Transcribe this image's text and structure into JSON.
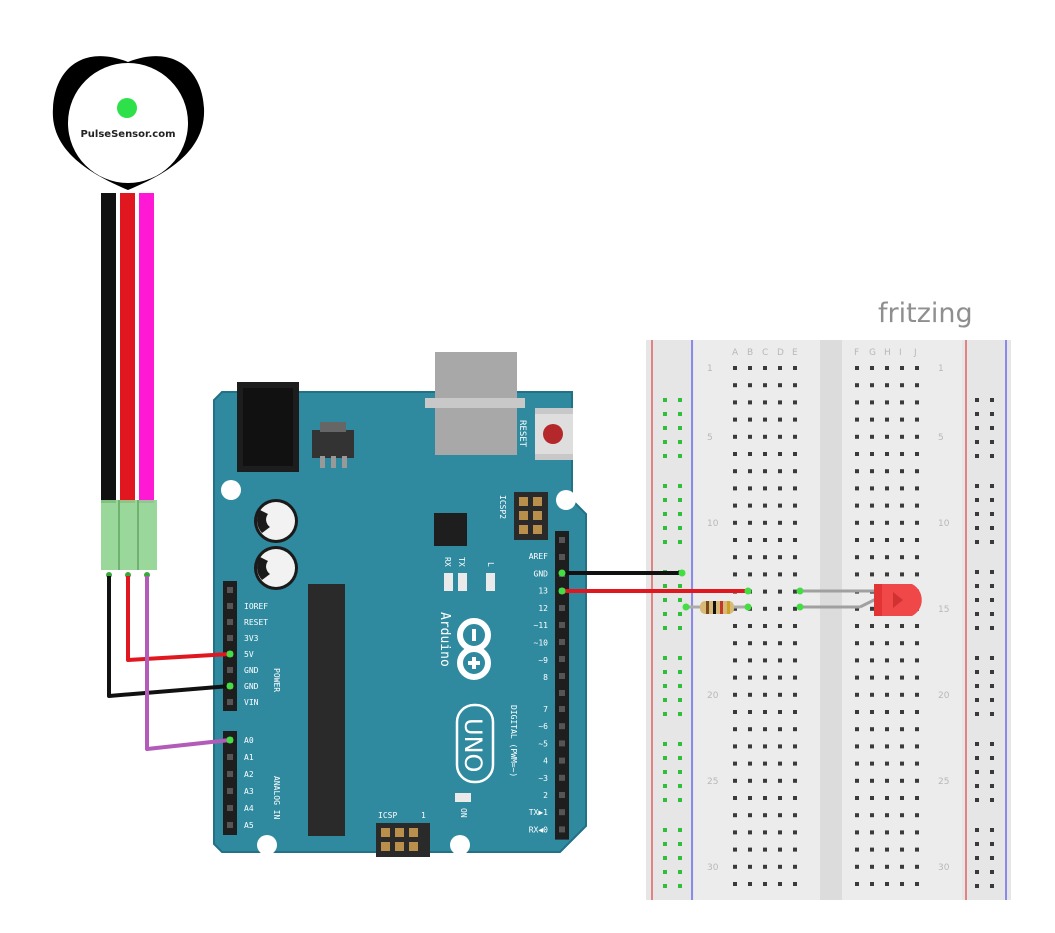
{
  "watermark": "fritzing",
  "pulse_sensor": {
    "label": "PulseSensor.com"
  },
  "arduino": {
    "reset_label": "RESET",
    "icsp2_label": "ICSP2",
    "icsp_label": "ICSP",
    "icsp_pin1": "1",
    "tx_label": "TX",
    "rx_label": "RX",
    "l_label": "L",
    "on_label": "ON",
    "power_label": "POWER",
    "analog_label": "ANALOG IN",
    "digital_label": "DIGITAL (PWM=~)",
    "brand": "Arduino",
    "model": "UNO",
    "power_pins": [
      "IOREF",
      "RESET",
      "3V3",
      "5V",
      "GND",
      "GND",
      "VIN"
    ],
    "analog_pins": [
      "A0",
      "A1",
      "A2",
      "A3",
      "A4",
      "A5"
    ],
    "digital_top": [
      "AREF",
      "GND",
      "13",
      "12",
      "~11",
      "~10",
      "~9",
      "8"
    ],
    "digital_bottom": [
      "7",
      "~6",
      "~5",
      "4",
      "~3",
      "2",
      "TX▶1",
      "RX◀0"
    ]
  },
  "breadboard": {
    "cols_left": [
      "A",
      "B",
      "C",
      "D",
      "E"
    ],
    "cols_right": [
      "F",
      "G",
      "H",
      "I",
      "J"
    ],
    "row_numbers": [
      "1",
      "5",
      "10",
      "15",
      "20",
      "25",
      "30"
    ]
  },
  "wire_colors": {
    "ground": "#111111",
    "power": "#e0171f",
    "signal_sensor": "#ff19d4",
    "signal_board": "#b25bb8",
    "board_teal": "#2f8aa0",
    "led": "#f04848"
  }
}
